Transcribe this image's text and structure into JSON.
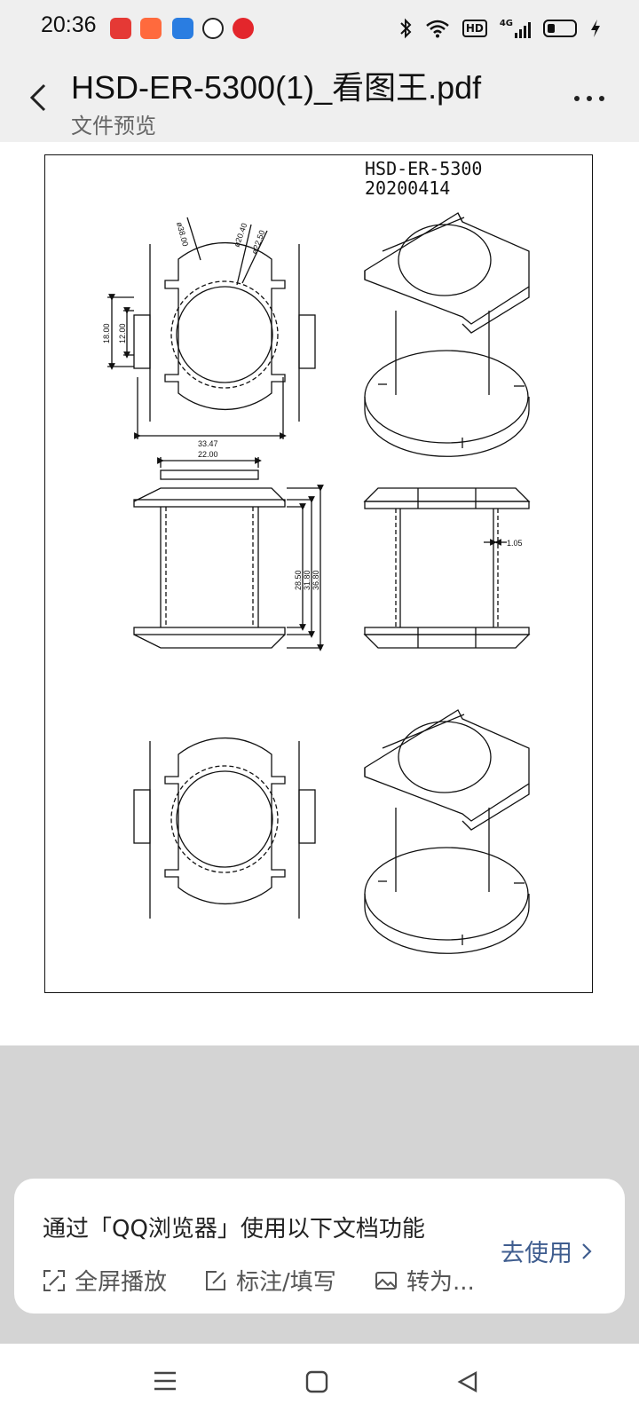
{
  "status_bar": {
    "time": "20:36",
    "app_icons": [
      "toutiao-icon",
      "kuaishou-icon",
      "app-blue-icon",
      "sf-express-icon",
      "app-red-icon"
    ],
    "icons": [
      "bluetooth-icon",
      "wifi-icon",
      "hd-badge-icon",
      "signal-4g-icon",
      "battery-icon",
      "charging-icon"
    ],
    "hd_label": "HD",
    "signal_label": "4G"
  },
  "header": {
    "title": "HSD-ER-5300(1)_看图王.pdf",
    "subtitle": "文件预览"
  },
  "drawing": {
    "model": "HSD-ER-5300",
    "date": "20200414",
    "dims": {
      "d38": "ø38.00",
      "d2040": "ø20.40",
      "d2250": "ø22.50",
      "h18": "18.00",
      "h12": "12.00",
      "w3347": "33.47",
      "w22": "22.00",
      "h2850": "28.50",
      "h3180": "31.80",
      "h3680": "36.80",
      "t105": "1.05"
    }
  },
  "popup": {
    "title": "通过「QQ浏览器」使用以下文档功能",
    "features": [
      "全屏播放",
      "标注/填写",
      "转为..."
    ],
    "cta": "去使用"
  },
  "colors": {
    "accent": "#3f5d8f",
    "background_gray": "#d4d4d4",
    "bar_gray": "#efefef"
  }
}
